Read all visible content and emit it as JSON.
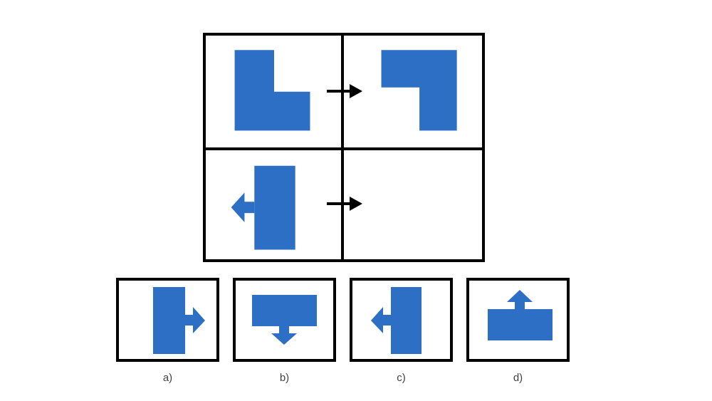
{
  "colors": {
    "shape_blue": "#2d6fc4",
    "line_black": "#000000",
    "background": "#ffffff",
    "label_text": "#3f3f3f"
  },
  "grid": {
    "cells": [
      {
        "id": "top-left",
        "shape": "l-shape"
      },
      {
        "id": "top-right",
        "shape": "l-shape-rotated-180"
      },
      {
        "id": "bottom-left",
        "shape": "rect-arrow-left"
      },
      {
        "id": "bottom-right",
        "shape": "empty"
      }
    ],
    "arrows": [
      {
        "row": 1,
        "direction": "right"
      },
      {
        "row": 2,
        "direction": "right"
      }
    ]
  },
  "options": [
    {
      "label": "a)",
      "shape": "rect-arrow-right"
    },
    {
      "label": "b)",
      "shape": "rect-arrow-down"
    },
    {
      "label": "c)",
      "shape": "rect-arrow-left"
    },
    {
      "label": "d)",
      "shape": "rect-arrow-up"
    }
  ]
}
